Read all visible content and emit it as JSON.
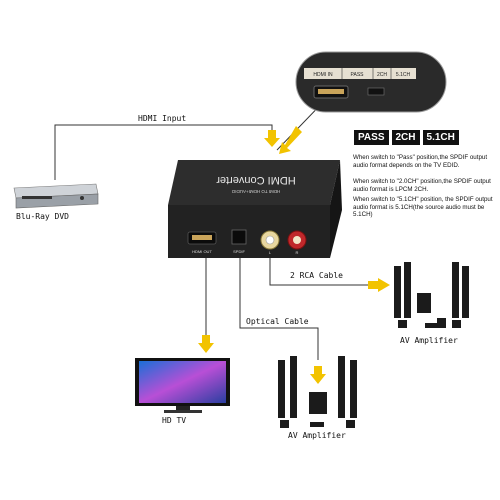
{
  "labels": {
    "hdmi_input": "HDMI Input",
    "blu_ray": "Blu-Ray DVD",
    "rca_cable": "2 RCA Cable",
    "optical_cable": "Optical Cable",
    "av_amplifier_right": "AV Amplifier",
    "av_amplifier_bottom": "AV Amplifier",
    "hd_tv": "HD TV"
  },
  "device": {
    "name": "HDMI Converter",
    "subtitle": "HDMI TO HDMI+AUDIO",
    "port_hdmi_out": "HDMI OUT",
    "port_spdif": "SPDIF",
    "port_l": "L",
    "port_r": "R"
  },
  "switch_panel": {
    "hdmi_in": "HDMI IN",
    "pass": "PASS",
    "2ch": "2CH",
    "5_1ch": "5.1CH"
  },
  "badges": [
    "PASS",
    "2CH",
    "5.1CH"
  ],
  "notes": [
    "When switch to \"Pass\" position,the SPDIF output audio format depends on the TV EDID.",
    "When switch to \"2.0CH\" position,the SPDIF output audio format is LPCM 2CH.",
    "When switch to \"5.1CH\" position, the SPDIF output audio format is 5.1CH(the source audio must be 5.1CH)"
  ],
  "colors": {
    "arrow": "#f2c300",
    "line": "#333333",
    "device": "#2a2a2a"
  }
}
